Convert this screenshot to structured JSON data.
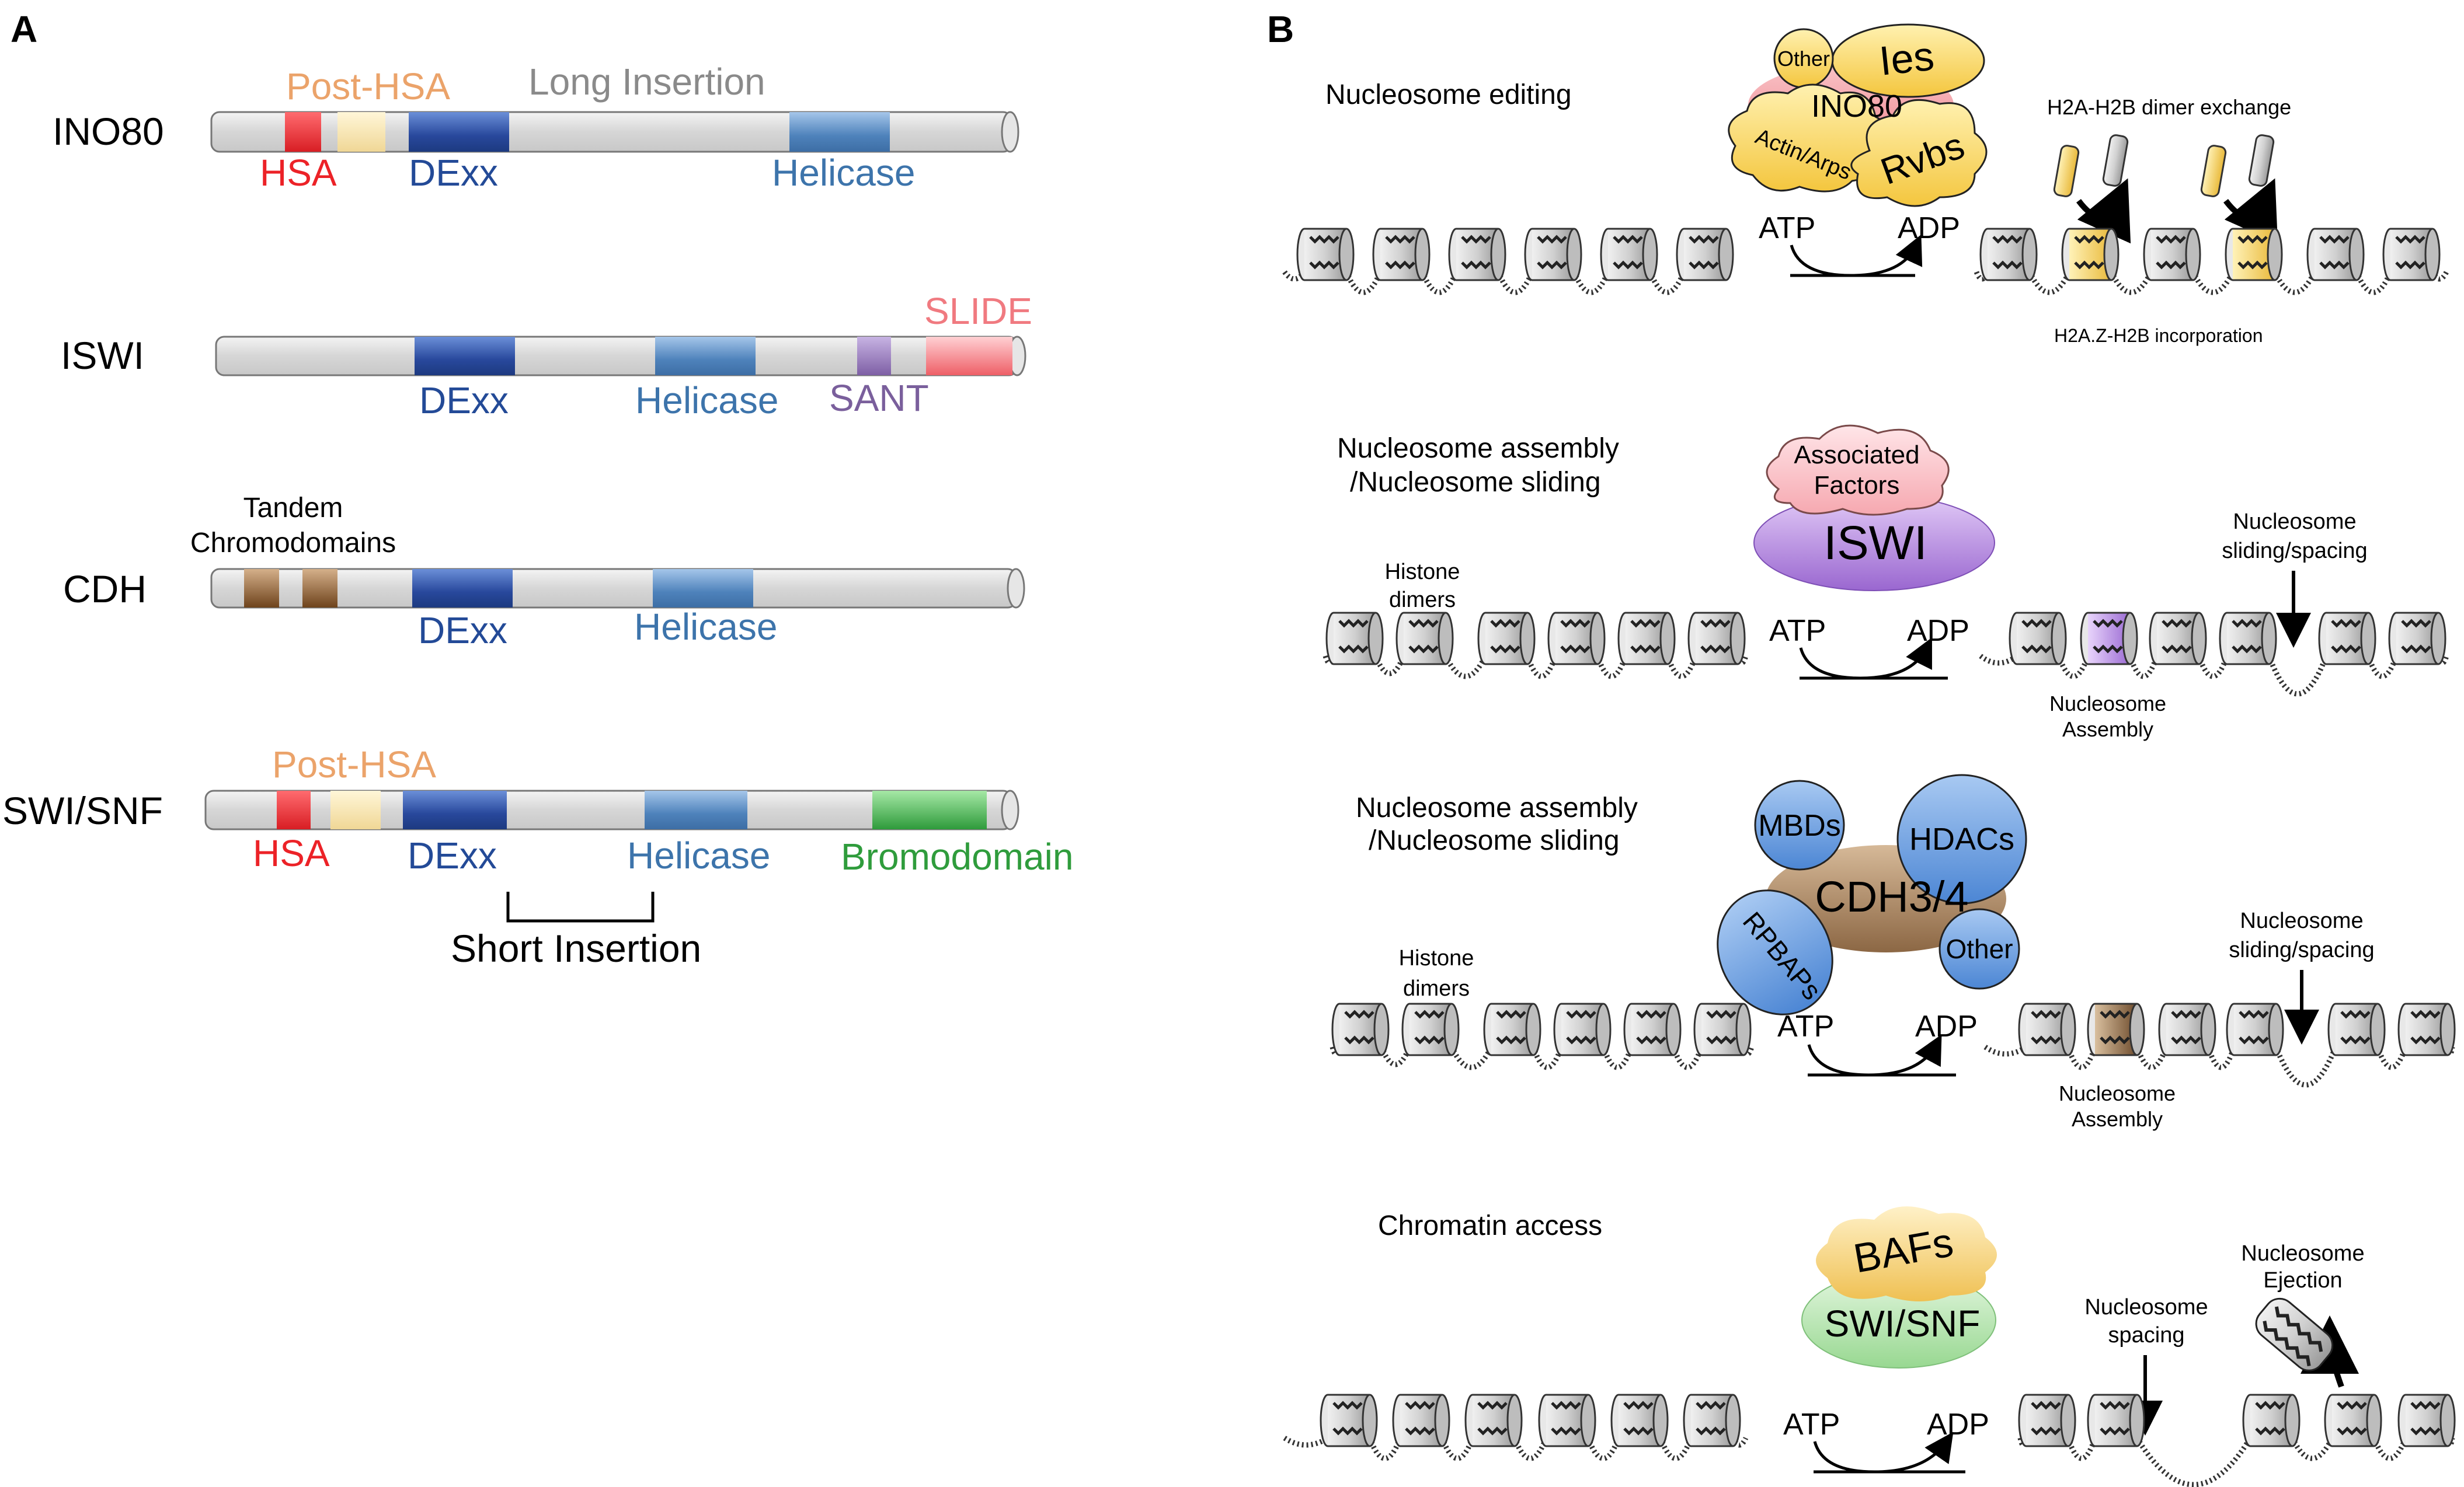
{
  "colors": {
    "hsa": "#ec2227",
    "post_hsa": "#eba36a",
    "dexx": "#234a97",
    "helicase": "#3d74ab",
    "slide": "#f07a80",
    "sant": "#7a5f9c",
    "chromo": "#7f4f21",
    "bromo": "#2f9c3c",
    "insertion": "#8a8a8a",
    "ino80_cloud": "#f5a0a6",
    "ies_yellow": "#f8d56c",
    "iswi_purple": "#a87ed9",
    "cdh_brown": "#a07c5a",
    "blue_bubble": "#5f95d9",
    "swisnf_green": "#b6e3b1",
    "baf_cloud": "#f6ce72"
  },
  "panel_a": {
    "label": "A",
    "proteins": [
      {
        "name": "INO80",
        "domains": {
          "hsa": "HSA",
          "post_hsa": "Post-HSA",
          "long_insertion": "Long Insertion",
          "dexx": "DExx",
          "helicase": "Helicase"
        }
      },
      {
        "name": "ISWI",
        "domains": {
          "dexx": "DExx",
          "helicase": "Helicase",
          "sant": "SANT",
          "slide": "SLIDE"
        }
      },
      {
        "name": "CDH",
        "domains": {
          "tandem_line1": "Tandem",
          "tandem_line2": "Chromodomains",
          "dexx": "DExx",
          "helicase": "Helicase"
        }
      },
      {
        "name": "SWI/SNF",
        "domains": {
          "post_hsa": "Post-HSA",
          "hsa": "HSA",
          "dexx": "DExx",
          "helicase": "Helicase",
          "bromodomain": "Bromodomain",
          "short_insertion": "Short Insertion"
        }
      }
    ]
  },
  "panel_b": {
    "label": "B",
    "rows": [
      {
        "title_line1": "Nucleosome editing",
        "title_line2": "",
        "complex": [
          "Other",
          "Ies",
          "INO80",
          "Actin/Arps",
          "Rvbs"
        ],
        "atp": "ATP",
        "adp": "ADP",
        "note_top": "H2A-H2B dimer exchange",
        "note_bottom": "H2A.Z-H2B incorporation"
      },
      {
        "title_line1": "Nucleosome assembly",
        "title_line2": "/Nucleosome sliding",
        "complex": [
          "Associated",
          "Factors",
          "ISWI"
        ],
        "histone_line1": "Histone",
        "histone_line2": "dimers",
        "atp": "ATP",
        "adp": "ADP",
        "sliding_line1": "Nucleosome",
        "sliding_line2": "sliding/spacing",
        "assembly_line1": "Nucleosome",
        "assembly_line2": "Assembly"
      },
      {
        "title_line1": "Nucleosome assembly",
        "title_line2": "/Nucleosome sliding",
        "complex": [
          "MBDs",
          "HDACs",
          "CDH3/4",
          "RPBAPs",
          "Other"
        ],
        "histone_line1": "Histone",
        "histone_line2": "dimers",
        "atp": "ATP",
        "adp": "ADP",
        "sliding_line1": "Nucleosome",
        "sliding_line2": "sliding/spacing",
        "assembly_line1": "Nucleosome",
        "assembly_line2": "Assembly"
      },
      {
        "title_line1": "Chromatin access",
        "title_line2": "",
        "complex": [
          "BAFs",
          "SWI/SNF"
        ],
        "atp": "ATP",
        "adp": "ADP",
        "spacing_line1": "Nucleosome",
        "spacing_line2": "spacing",
        "ejection_line1": "Nucleosome",
        "ejection_line2": "Ejection"
      }
    ]
  }
}
